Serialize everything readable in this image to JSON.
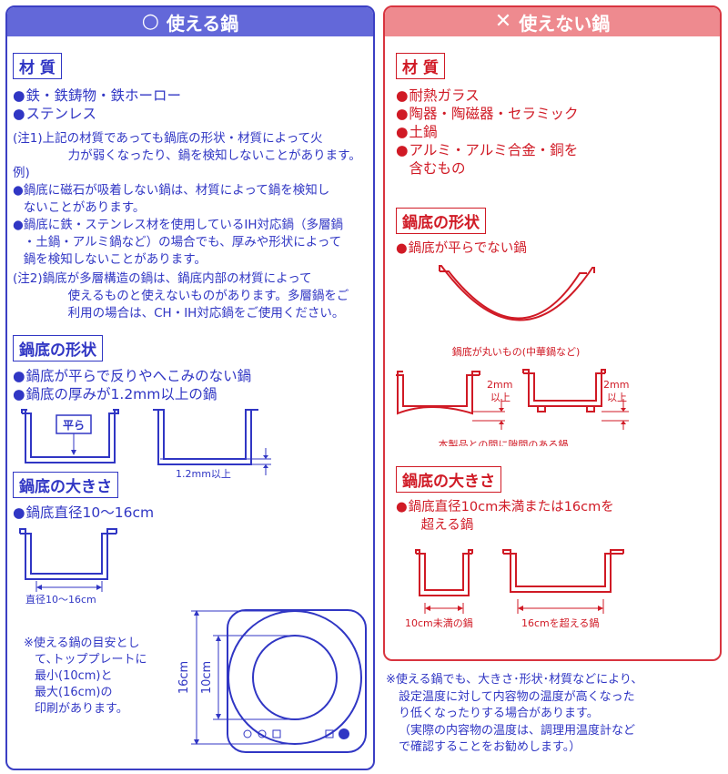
{
  "usable": {
    "header": "使える鍋",
    "header_icon": "circle-icon",
    "material": {
      "title": "材 質",
      "items": [
        "鉄・鉄鋳物・鉄ホーロー",
        "ステンレス"
      ],
      "note1_label": "(注1)",
      "note1_lines": [
        "上記の材質であっても鍋底の形状・材質によって火",
        "力が弱くなったり、鍋を検知しないことがあります。"
      ],
      "example_label": "例)",
      "example_items": [
        [
          "鍋底に磁石が吸着しない鍋は、材質によって鍋を検知し",
          "ないことがあります。"
        ],
        [
          "鍋底に鉄・ステンレス材を使用しているIH対応鍋（多層鍋",
          "・土鍋・アルミ鍋など）の場合でも、厚みや形状によって",
          "鍋を検知しないことがあります。"
        ]
      ],
      "note2_label": "(注2)",
      "note2_lines": [
        "鍋底が多層構造の鍋は、鍋底内部の材質によって",
        "使えるものと使えないものがあります。多層鍋をご",
        "利用の場合は、CH・IH対応鍋をご使用ください。"
      ]
    },
    "shape": {
      "title": "鍋底の形状",
      "items": [
        "鍋底が平らで反りやへこみのない鍋",
        "鍋底の厚みが1.2mm以上の鍋"
      ],
      "flat_label": "平ら",
      "thickness_label": "1.2mm以上"
    },
    "size": {
      "title": "鍋底の大きさ",
      "items": [
        "鍋底直径10〜16cm"
      ],
      "diameter_label": "直径10〜16cm",
      "guide_lines": [
        "※使える鍋の目安とし",
        "て､トッププレートに",
        "最小(10cm)と",
        "最大(16cm)の",
        "印刷があります。"
      ],
      "dim_outer": "16cm",
      "dim_inner": "10cm"
    }
  },
  "unusable": {
    "header": "使えない鍋",
    "header_icon": "cross-icon",
    "material": {
      "title": "材 質",
      "items": [
        [
          "耐熱ガラス"
        ],
        [
          "陶器・陶磁器・セラミック"
        ],
        [
          "土鍋"
        ],
        [
          "アルミ・アルミ合金・銅を",
          "含むもの"
        ]
      ]
    },
    "shape": {
      "title": "鍋底の形状",
      "items": [
        "鍋底が平らでない鍋"
      ],
      "round_caption": "鍋底が丸いもの(中華鍋など)",
      "gap_caption": "本製品との間に隙間のある鍋",
      "gap_label_a": "2mm",
      "gap_label_b": "以上"
    },
    "size": {
      "title": "鍋底の大きさ",
      "items": [
        [
          "鍋底直径10cm未満または16cmを",
          "超える鍋"
        ]
      ],
      "small_caption": "10cm未満の鍋",
      "large_caption": "16cmを超える鍋"
    }
  },
  "footnote": {
    "lines": [
      "※使える鍋でも、大きさ･形状･材質などにより、",
      "設定温度に対して内容物の温度が高くなった",
      "り低くなったりする場合があります。",
      "（実際の内容物の温度は、調理用温度計など",
      "で確認することをお勧めします。）"
    ]
  },
  "colors": {
    "usable_border": "#3b3fc4",
    "usable_header": "#6368d9",
    "usable_text": "#3036c4",
    "unusable_border": "#d8343f",
    "unusable_header": "#ee8a8f",
    "unusable_text": "#d01a25"
  }
}
